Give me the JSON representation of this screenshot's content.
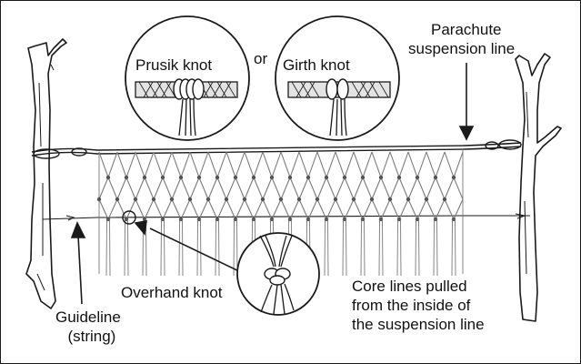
{
  "labels": {
    "prusik_knot": "Prusik knot",
    "or": "or",
    "girth_knot": "Girth knot",
    "parachute_line_1": "Parachute",
    "parachute_line_2": "suspension line",
    "overhand_knot": "Overhand knot",
    "guideline_1": "Guideline",
    "guideline_2": "(string)",
    "core_lines_1": "Core lines pulled",
    "core_lines_2": "from the inside of",
    "core_lines_3": "the suspension line"
  },
  "colors": {
    "ink": "#1a1a1a",
    "cord": "#7a7a7a",
    "sheath": "#d9d9d9"
  },
  "icons": {
    "prusik_callout": "prusik-knot-icon",
    "girth_callout": "girth-knot-icon",
    "overhand_callout": "overhand-knot-icon"
  }
}
